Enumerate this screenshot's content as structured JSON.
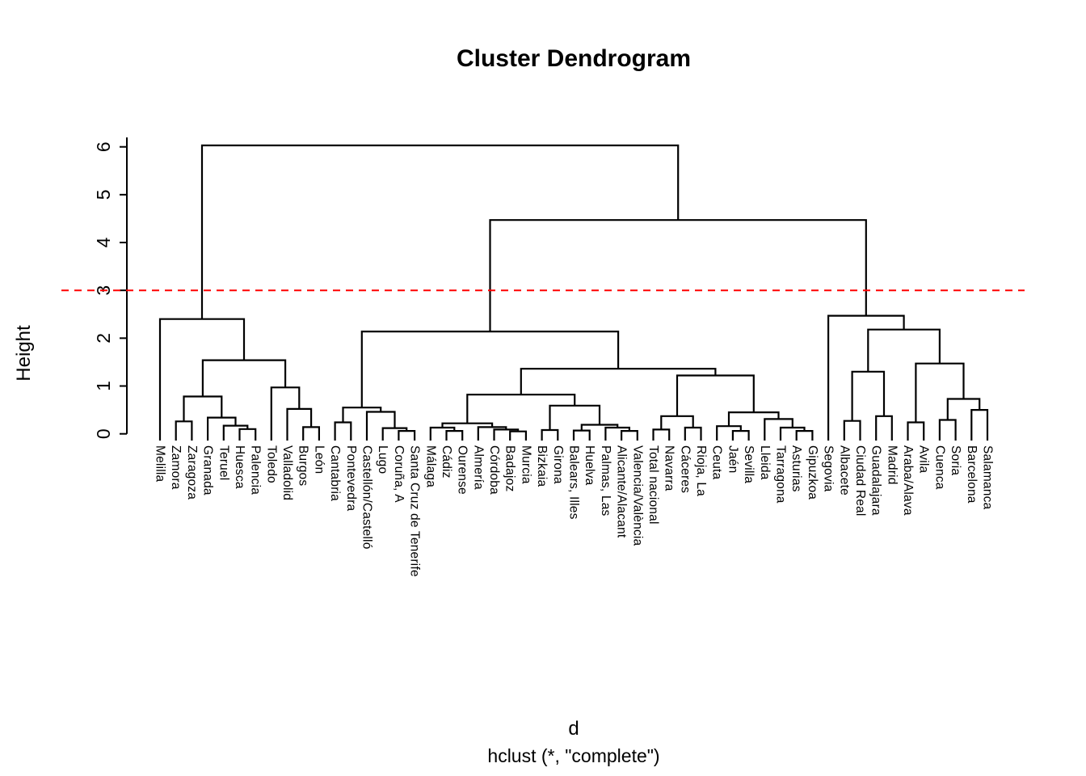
{
  "title": "Cluster Dendrogram",
  "y_axis": {
    "label": "Height",
    "ticks": [
      0,
      1,
      2,
      3,
      4,
      5,
      6
    ]
  },
  "footer": {
    "line1": "d",
    "line2": "hclust (*, \"complete\")"
  },
  "threshold_line": {
    "height": 3,
    "color": "#ff0000",
    "style": "dashed"
  },
  "colors": {
    "tree": "#000000",
    "axis": "#000000",
    "background": "#ffffff",
    "cutoff": "#ff0000"
  },
  "chart_data": {
    "type": "dendrogram",
    "title": "Cluster Dendrogram",
    "ylabel": "Height",
    "xlabel_lines": [
      "d",
      "hclust (*, \"complete\")"
    ],
    "ylim": [
      0,
      6.2
    ],
    "grid": false,
    "cutoff_height": 3,
    "leaves": [
      "Melilla",
      "Zamora",
      "Zaragoza",
      "Granada",
      "Teruel",
      "Huesca",
      "Palencia",
      "Toledo",
      "Valladolid",
      "Burgos",
      "León",
      "Cantabria",
      "Pontevedra",
      "Castellón/Castelló",
      "Lugo",
      "Coruña, A",
      "Santa Cruz de Tenerife",
      "Málaga",
      "Cádiz",
      "Ourense",
      "Almería",
      "Córdoba",
      "Badajoz",
      "Murcia",
      "Bizkaia",
      "Girona",
      "Balears, Illes",
      "Huelva",
      "Palmas, Las",
      "Alicante/Alacant",
      "Valencia/València",
      "Total nacional",
      "Navarra",
      "Cáceres",
      "Rioja, La",
      "Ceuta",
      "Jaén",
      "Sevilla",
      "Lleida",
      "Tarragona",
      "Asturias",
      "Gipuzkoa",
      "Segovia",
      "Albacete",
      "Ciudad Real",
      "Guadalajara",
      "Madrid",
      "Araba/Alava",
      "Avila",
      "Cuenca",
      "Soria",
      "Barcelona",
      "Salamanca"
    ],
    "tree": {
      "h": 6.03,
      "c": [
        {
          "h": 2.4,
          "c": [
            "Melilla",
            {
              "h": 1.54,
              "c": [
                {
                  "h": 0.78,
                  "c": [
                    {
                      "h": 0.26,
                      "c": [
                        "Zamora",
                        "Zaragoza"
                      ]
                    },
                    {
                      "h": 0.34,
                      "c": [
                        "Granada",
                        {
                          "h": 0.17,
                          "c": [
                            "Teruel",
                            {
                              "h": 0.1,
                              "c": [
                                "Huesca",
                                "Palencia"
                              ]
                            }
                          ]
                        }
                      ]
                    }
                  ]
                },
                {
                  "h": 0.97,
                  "c": [
                    "Toledo",
                    {
                      "h": 0.52,
                      "c": [
                        "Valladolid",
                        {
                          "h": 0.14,
                          "c": [
                            "Burgos",
                            "León"
                          ]
                        }
                      ]
                    }
                  ]
                }
              ]
            }
          ]
        },
        {
          "h": 4.47,
          "c": [
            {
              "h": 2.14,
              "c": [
                {
                  "h": 0.55,
                  "c": [
                    {
                      "h": 0.24,
                      "c": [
                        "Cantabria",
                        "Pontevedra"
                      ]
                    },
                    {
                      "h": 0.46,
                      "c": [
                        "Castellón/Castelló",
                        {
                          "h": 0.12,
                          "c": [
                            "Lugo",
                            {
                              "h": 0.06,
                              "c": [
                                "Coruña, A",
                                "Santa Cruz de Tenerife"
                              ]
                            }
                          ]
                        }
                      ]
                    }
                  ]
                },
                {
                  "h": 1.36,
                  "c": [
                    {
                      "h": 0.82,
                      "c": [
                        {
                          "h": 0.22,
                          "c": [
                            {
                              "h": 0.13,
                              "c": [
                                "Málaga",
                                {
                                  "h": 0.06,
                                  "c": [
                                    "Cádiz",
                                    "Ourense"
                                  ]
                                }
                              ]
                            },
                            {
                              "h": 0.14,
                              "c": [
                                "Almería",
                                {
                                  "h": 0.09,
                                  "c": [
                                    "Córdoba",
                                    {
                                      "h": 0.05,
                                      "c": [
                                        "Badajoz",
                                        "Murcia"
                                      ]
                                    }
                                  ]
                                }
                              ]
                            }
                          ]
                        },
                        {
                          "h": 0.59,
                          "c": [
                            {
                              "h": 0.08,
                              "c": [
                                "Bizkaia",
                                "Girona"
                              ]
                            },
                            {
                              "h": 0.19,
                              "c": [
                                {
                                  "h": 0.07,
                                  "c": [
                                    "Balears, Illes",
                                    "Huelva"
                                  ]
                                },
                                {
                                  "h": 0.13,
                                  "c": [
                                    "Palmas, Las",
                                    {
                                      "h": 0.06,
                                      "c": [
                                        "Alicante/Alacant",
                                        "Valencia/València"
                                      ]
                                    }
                                  ]
                                }
                              ]
                            }
                          ]
                        }
                      ]
                    },
                    {
                      "h": 1.22,
                      "c": [
                        {
                          "h": 0.37,
                          "c": [
                            {
                              "h": 0.09,
                              "c": [
                                "Total nacional",
                                "Navarra"
                              ]
                            },
                            {
                              "h": 0.13,
                              "c": [
                                "Cáceres",
                                "Rioja, La"
                              ]
                            }
                          ]
                        },
                        {
                          "h": 0.45,
                          "c": [
                            {
                              "h": 0.16,
                              "c": [
                                "Ceuta",
                                {
                                  "h": 0.06,
                                  "c": [
                                    "Jaén",
                                    "Sevilla"
                                  ]
                                }
                              ]
                            },
                            {
                              "h": 0.31,
                              "c": [
                                "Lleida",
                                {
                                  "h": 0.13,
                                  "c": [
                                    "Tarragona",
                                    {
                                      "h": 0.06,
                                      "c": [
                                        "Asturias",
                                        "Gipuzkoa"
                                      ]
                                    }
                                  ]
                                }
                              ]
                            }
                          ]
                        }
                      ]
                    }
                  ]
                }
              ]
            },
            {
              "h": 2.47,
              "c": [
                "Segovia",
                {
                  "h": 2.18,
                  "c": [
                    {
                      "h": 1.3,
                      "c": [
                        {
                          "h": 0.27,
                          "c": [
                            "Albacete",
                            "Ciudad Real"
                          ]
                        },
                        {
                          "h": 0.37,
                          "c": [
                            "Guadalajara",
                            "Madrid"
                          ]
                        }
                      ]
                    },
                    {
                      "h": 1.47,
                      "c": [
                        {
                          "h": 0.24,
                          "c": [
                            "Araba/Alava",
                            "Avila"
                          ]
                        },
                        {
                          "h": 0.73,
                          "c": [
                            {
                              "h": 0.29,
                              "c": [
                                "Cuenca",
                                "Soria"
                              ]
                            },
                            {
                              "h": 0.5,
                              "c": [
                                "Barcelona",
                                "Salamanca"
                              ]
                            }
                          ]
                        }
                      ]
                    }
                  ]
                }
              ]
            }
          ]
        }
      ]
    }
  }
}
